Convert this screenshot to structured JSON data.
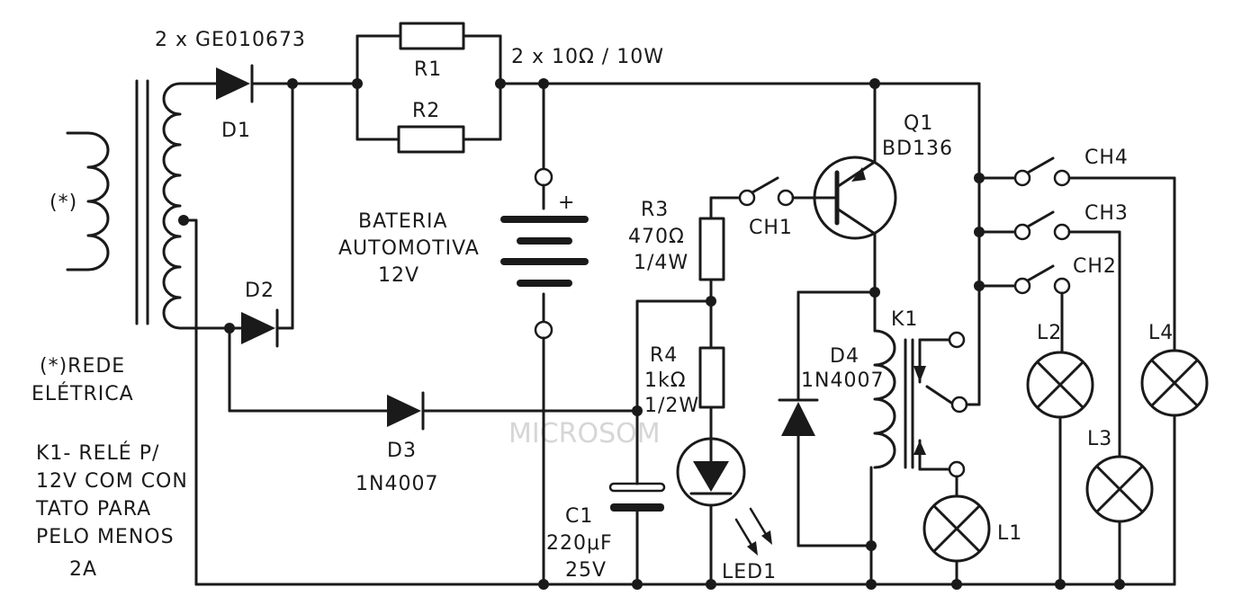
{
  "diodes_label": "2 x GE010673",
  "d1": "D1",
  "d2": "D2",
  "d3": "D3",
  "d3_part": "1N4007",
  "r1": "R1",
  "r2": "R2",
  "resistors_spec": "2 x 10Ω / 10W",
  "battery": [
    "BATERIA",
    "AUTOMOTIVA",
    "12V"
  ],
  "plus": "+",
  "mains_marker": "(*)",
  "note_mains": [
    "(*)REDE",
    "ELÉTRICA"
  ],
  "note_relay": [
    "K1- RELÉ P/",
    "12V COM CON",
    "TATO PARA",
    "PELO MENOS",
    "2A"
  ],
  "r3": [
    "R3",
    "470Ω",
    "1/4W"
  ],
  "r4": [
    "R4",
    "1kΩ",
    "1/2W"
  ],
  "c1": [
    "C1",
    "220μF",
    "25V"
  ],
  "led": "LED1",
  "ch1": "CH1",
  "ch2": "CH2",
  "ch3": "CH3",
  "ch4": "CH4",
  "q1": [
    "Q1",
    "BD136"
  ],
  "k1": "K1",
  "d4": [
    "D4",
    "1N4007"
  ],
  "l1": "L1",
  "l2": "L2",
  "l3": "L3",
  "l4": "L4",
  "bleed_text": "MICROSOM"
}
